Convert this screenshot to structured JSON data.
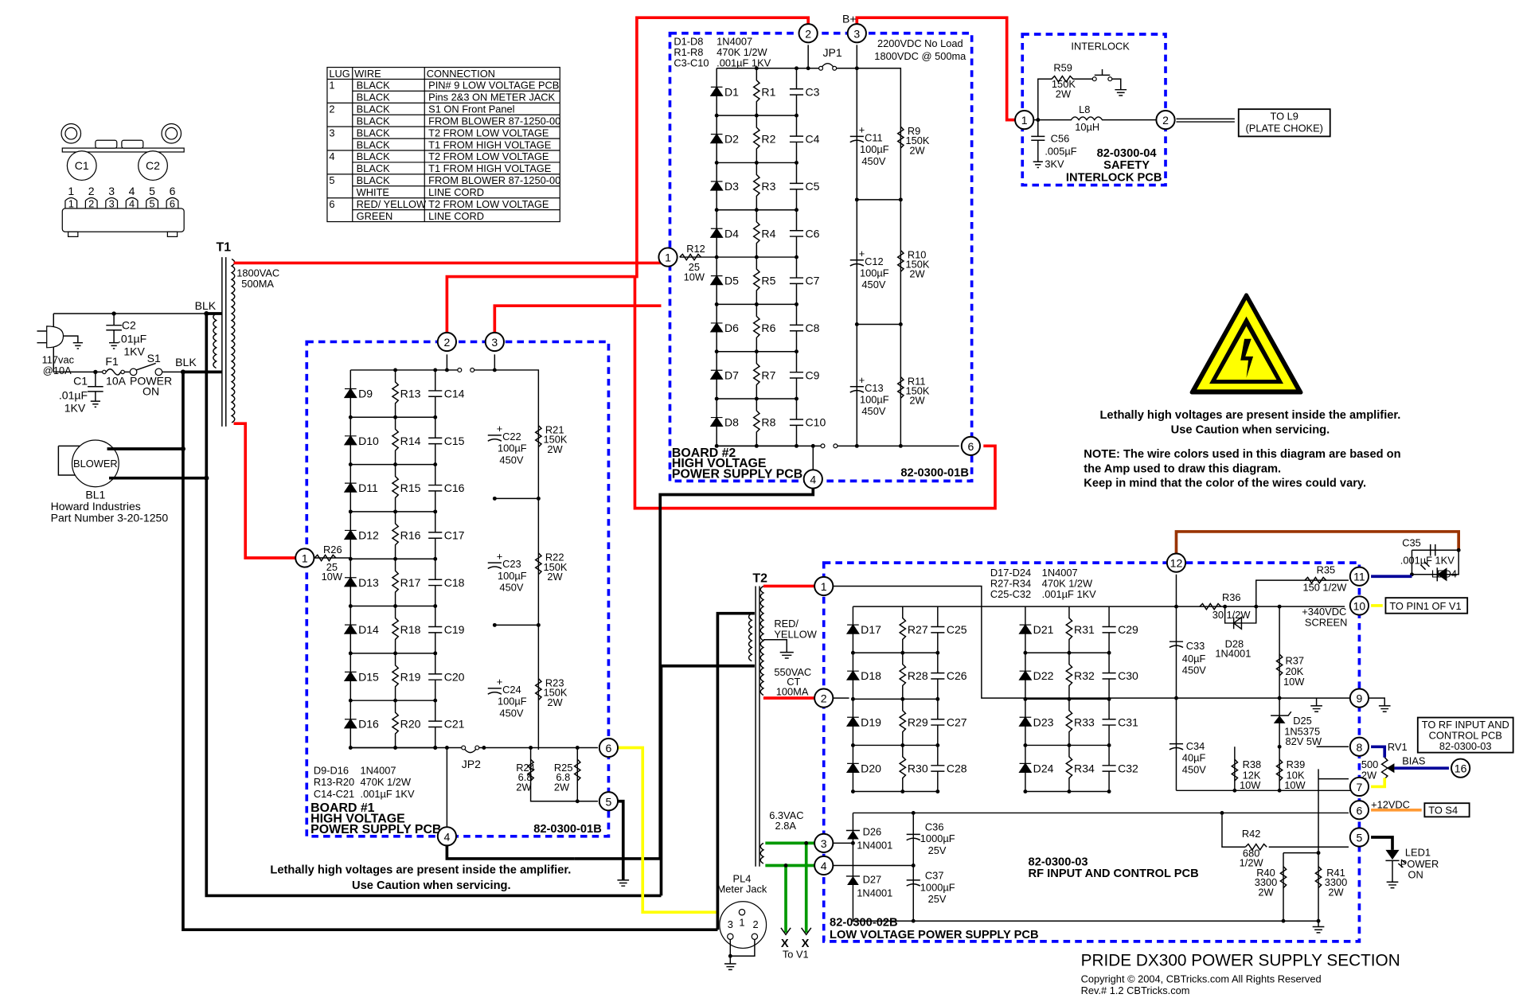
{
  "title": "PRIDE  DX300 POWER SUPPLY SECTION",
  "copyright": "Copyright © 2004, CBTricks.com All Rights Reserved",
  "revision": "Rev.# 1.2  CBTricks.com",
  "colors": {
    "hv_wire": "#ff0000",
    "pcb_outline": "#0000ff",
    "filament_wire": "#009900",
    "meter_wire": "#ffff00",
    "bias_wire": "#000099",
    "led_wire": "#993300",
    "plus12_wire": "#ff9933"
  },
  "lug_table": {
    "headers": [
      "LUG",
      "WIRE",
      "CONNECTION"
    ],
    "rows": [
      [
        "1",
        "BLACK",
        "PIN# 9  LOW VOLTAGE PCB"
      ],
      [
        "",
        "BLACK",
        "Pins 2&3 ON METER JACK"
      ],
      [
        "2",
        "BLACK",
        "S1  ON Front Panel"
      ],
      [
        "",
        "BLACK",
        "FROM BLOWER 87-1250-00"
      ],
      [
        "3",
        "BLACK",
        "T2  FROM LOW VOLTAGE"
      ],
      [
        "",
        "BLACK",
        "T1  FROM HIGH VOLTAGE"
      ],
      [
        "4",
        "BLACK",
        "T2  FROM LOW VOLTAGE"
      ],
      [
        "",
        "BLACK",
        "T1  FROM HIGH VOLTAGE"
      ],
      [
        "5",
        "BLACK",
        "FROM BLOWER 87-1250-00"
      ],
      [
        "",
        "WHITE",
        "LINE CORD"
      ],
      [
        "6",
        "RED/ YELLOW",
        "T2  FROM LOW  VOLTAGE"
      ],
      [
        "",
        "GREEN",
        "LINE CORD"
      ]
    ]
  },
  "lug_strip": {
    "caps": [
      "C1",
      "C2"
    ],
    "lugs": [
      "1",
      "2",
      "3",
      "4",
      "5",
      "6"
    ]
  },
  "input": {
    "plug": "117vac\n@10A",
    "plug_l1": "117vac",
    "plug_l2": "@10A",
    "c2": [
      "C2",
      ".01µF",
      "1KV"
    ],
    "c1": [
      "C1",
      ".01µF",
      "1KV"
    ],
    "fuse": [
      "F1",
      "10A"
    ],
    "switch": [
      "S1",
      "POWER",
      "ON"
    ],
    "blk1": "BLK",
    "blk2": "BLK",
    "blower": "BLOWER",
    "blower_ref": "BL1",
    "blower_mfr": "Howard Industries",
    "blower_part": "Part Number  3-20-1250"
  },
  "t1": {
    "name": "T1",
    "v": "1800VAC",
    "i": "500MA"
  },
  "t2": {
    "name": "T2",
    "wire": [
      "RED/",
      "YELLOW"
    ],
    "v": "550VAC",
    "ct": "CT",
    "i": "100MA",
    "fil_v": "6.3VAC",
    "fil_i": "2.8A"
  },
  "board1": {
    "title": [
      "BOARD #1",
      "HIGH VOLTAGE",
      "POWER SUPPLY PCB"
    ],
    "part": "82-0300-01B",
    "legend": [
      [
        "D9-D16",
        "1N4007"
      ],
      [
        "R13-R20",
        "470K 1/2W"
      ],
      [
        "C14-C21",
        ".001µF 1KV"
      ]
    ],
    "diodes": [
      "D9",
      "D10",
      "D11",
      "D12",
      "D13",
      "D14",
      "D15",
      "D16"
    ],
    "resistors": [
      "R13",
      "R14",
      "R15",
      "R16",
      "R17",
      "R18",
      "R19",
      "R20"
    ],
    "caps": [
      "C14",
      "C15",
      "C16",
      "C17",
      "C18",
      "C19",
      "C20",
      "C21"
    ],
    "filter_caps": [
      [
        "C22",
        "100µF",
        "450V"
      ],
      [
        "C23",
        "100µF",
        "450V"
      ],
      [
        "C24",
        "100µF",
        "450V"
      ]
    ],
    "bleeders": [
      [
        "R21",
        "150K",
        "2W"
      ],
      [
        "R22",
        "150K",
        "2W"
      ],
      [
        "R23",
        "150K",
        "2W"
      ]
    ],
    "r26": [
      "R26",
      "25",
      "10W"
    ],
    "r24": [
      "R24",
      "6.8",
      "2W"
    ],
    "r25": [
      "R25",
      "6.8",
      "2W"
    ],
    "jumper": "JP2",
    "lugs": [
      "1",
      "2",
      "3",
      "4",
      "5",
      "6"
    ]
  },
  "board2": {
    "title": [
      "BOARD #2",
      "HIGH VOLTAGE",
      "POWER SUPPLY PCB"
    ],
    "part": "82-0300-01B",
    "legend": [
      [
        "D1-D8",
        "1N4007"
      ],
      [
        "R1-R8",
        "470K 1/2W"
      ],
      [
        "C3-C10",
        ".001µF 1KV"
      ]
    ],
    "output": [
      "2200VDC No Load",
      "1800VDC @ 500ma"
    ],
    "bplus": "B+",
    "diodes": [
      "D1",
      "D2",
      "D3",
      "D4",
      "D5",
      "D6",
      "D7",
      "D8"
    ],
    "resistors": [
      "R1",
      "R2",
      "R3",
      "R4",
      "R5",
      "R6",
      "R7",
      "R8"
    ],
    "caps": [
      "C3",
      "C4",
      "C5",
      "C6",
      "C7",
      "C8",
      "C9",
      "C10"
    ],
    "filter_caps": [
      [
        "C11",
        "100µF",
        "450V"
      ],
      [
        "C12",
        "100µF",
        "450V"
      ],
      [
        "C13",
        "100µF",
        "450V"
      ]
    ],
    "bleeders": [
      [
        "R9",
        "150K",
        "2W"
      ],
      [
        "R10",
        "150K",
        "2W"
      ],
      [
        "R11",
        "150K",
        "2W"
      ]
    ],
    "r12": [
      "R12",
      "25",
      "10W"
    ],
    "jumper": "JP1",
    "lugs": [
      "1",
      "2",
      "3",
      "4",
      "6"
    ]
  },
  "interlock": {
    "part": "82-0300-04",
    "title": [
      "SAFETY",
      "INTERLOCK PCB"
    ],
    "switch": "INTERLOCK",
    "r59": [
      "R59",
      "150K",
      "2W"
    ],
    "l8": [
      "L8",
      "10µH"
    ],
    "c56": [
      "C56",
      ".005µF",
      "3KV"
    ],
    "lugs": [
      "1",
      "2"
    ],
    "to_l9": [
      "TO L9",
      "(PLATE CHOKE)"
    ]
  },
  "warning": {
    "line1": "Lethally high voltages are present inside the amplifier.",
    "line2": "Use Caution when servicing.",
    "note1": "NOTE: The wire colors used in this diagram are based on",
    "note2": "the Amp used to draw this diagram.",
    "note3": "Keep in mind that the color of the wires could vary."
  },
  "lv_board": {
    "part": "82-0300-02B",
    "title": "LOW VOLTAGE POWER SUPPLY PCB",
    "legend": [
      [
        "D17-D24",
        "1N4007"
      ],
      [
        "R27-R34",
        "470K 1/2W"
      ],
      [
        "C25-C32",
        ".001µF 1KV"
      ]
    ],
    "diodes_a": [
      "D17",
      "D18",
      "D19",
      "D20"
    ],
    "res_a": [
      "R27",
      "R28",
      "R29",
      "R30"
    ],
    "caps_a": [
      "C25",
      "C26",
      "C27",
      "C28"
    ],
    "diodes_b": [
      "D21",
      "D22",
      "D23",
      "D24"
    ],
    "res_b": [
      "R31",
      "R32",
      "R33",
      "R34"
    ],
    "caps_b": [
      "C29",
      "C30",
      "C31",
      "C32"
    ],
    "c33": [
      "C33",
      "40µF",
      "450V"
    ],
    "c34": [
      "C34",
      "40µF",
      "450V"
    ],
    "r36": [
      "R36",
      "30 1/2W"
    ],
    "d28": [
      "D28",
      "1N4001"
    ],
    "r35": [
      "R35",
      "150 1/2W"
    ],
    "r37": [
      "R37",
      "20K",
      "10W"
    ],
    "d25": [
      "D25",
      "1N5375",
      "82V 5W"
    ],
    "r38": [
      "R38",
      "12K",
      "10W"
    ],
    "r39": [
      "R39",
      "10K",
      "10W"
    ],
    "rv1": [
      "RV1",
      "500",
      "2W"
    ],
    "bias": "BIAS",
    "screen": [
      "+340VDC",
      "SCREEN"
    ],
    "to_pin1": "TO PIN1 OF V1",
    "plus12": "+12VDC",
    "to_s4": "TO S4",
    "to_rf": [
      "TO RF INPUT AND",
      "CONTROL PCB",
      "82-0300-03"
    ],
    "c35": [
      "C35",
      ".001µF 1KV"
    ],
    "led4": "LED4",
    "led1": [
      "LED1",
      "POWER",
      "ON"
    ],
    "d26": [
      "D26",
      "1N4001"
    ],
    "d27": [
      "D27",
      "1N4001"
    ],
    "c36": [
      "C36",
      "1000µF",
      "25V"
    ],
    "c37": [
      "C37",
      "1000µF",
      "25V"
    ],
    "r42": [
      "R42",
      "680",
      "1/2W"
    ],
    "r40": [
      "R40",
      "3300",
      "2W"
    ],
    "r41": [
      "R41",
      "3300",
      "2W"
    ],
    "rf_part": "82-0300-03",
    "rf_title": "RF INPUT AND CONTROL PCB",
    "lugs": [
      "1",
      "2",
      "3",
      "4",
      "5",
      "6",
      "7",
      "8",
      "9",
      "10",
      "11",
      "12",
      "16"
    ]
  },
  "meter_jack": {
    "name": "PL4",
    "desc": "Meter Jack",
    "pins": [
      "1",
      "2",
      "3"
    ]
  },
  "to_v1": [
    "X",
    "X",
    "To V1"
  ]
}
